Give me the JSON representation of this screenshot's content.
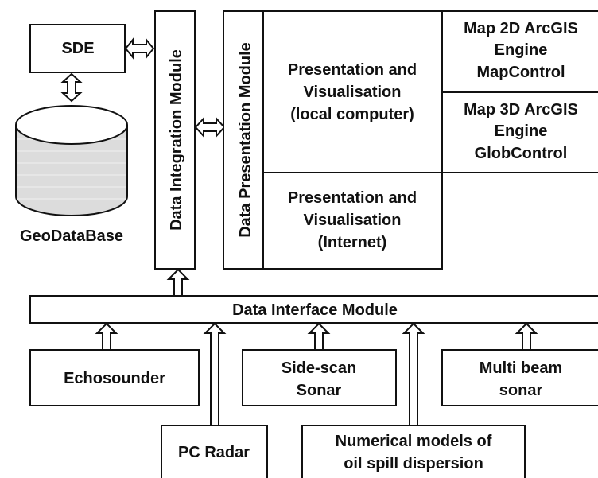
{
  "sde": "SDE",
  "geodatabase": "GeoDataBase",
  "integration": "Data Integration Module",
  "presentation_module": "Data Presentation Module",
  "pres_local": [
    "Presentation and",
    "Visualisation",
    "(local computer)"
  ],
  "pres_internet": [
    "Presentation and",
    "Visualisation",
    "(Internet)"
  ],
  "map2d": [
    "Map 2D ArcGIS",
    "Engine",
    "MapControl"
  ],
  "map3d": [
    "Map 3D ArcGIS",
    "Engine",
    "GlobControl"
  ],
  "interface": "Data Interface Module",
  "echosounder": "Echosounder",
  "sidescan": [
    "Side-scan",
    "Sonar"
  ],
  "multibeam": [
    "Multi beam",
    "sonar"
  ],
  "pcradar": "PC Radar",
  "numerical": [
    "Numerical models of",
    "oil spill dispersion"
  ]
}
